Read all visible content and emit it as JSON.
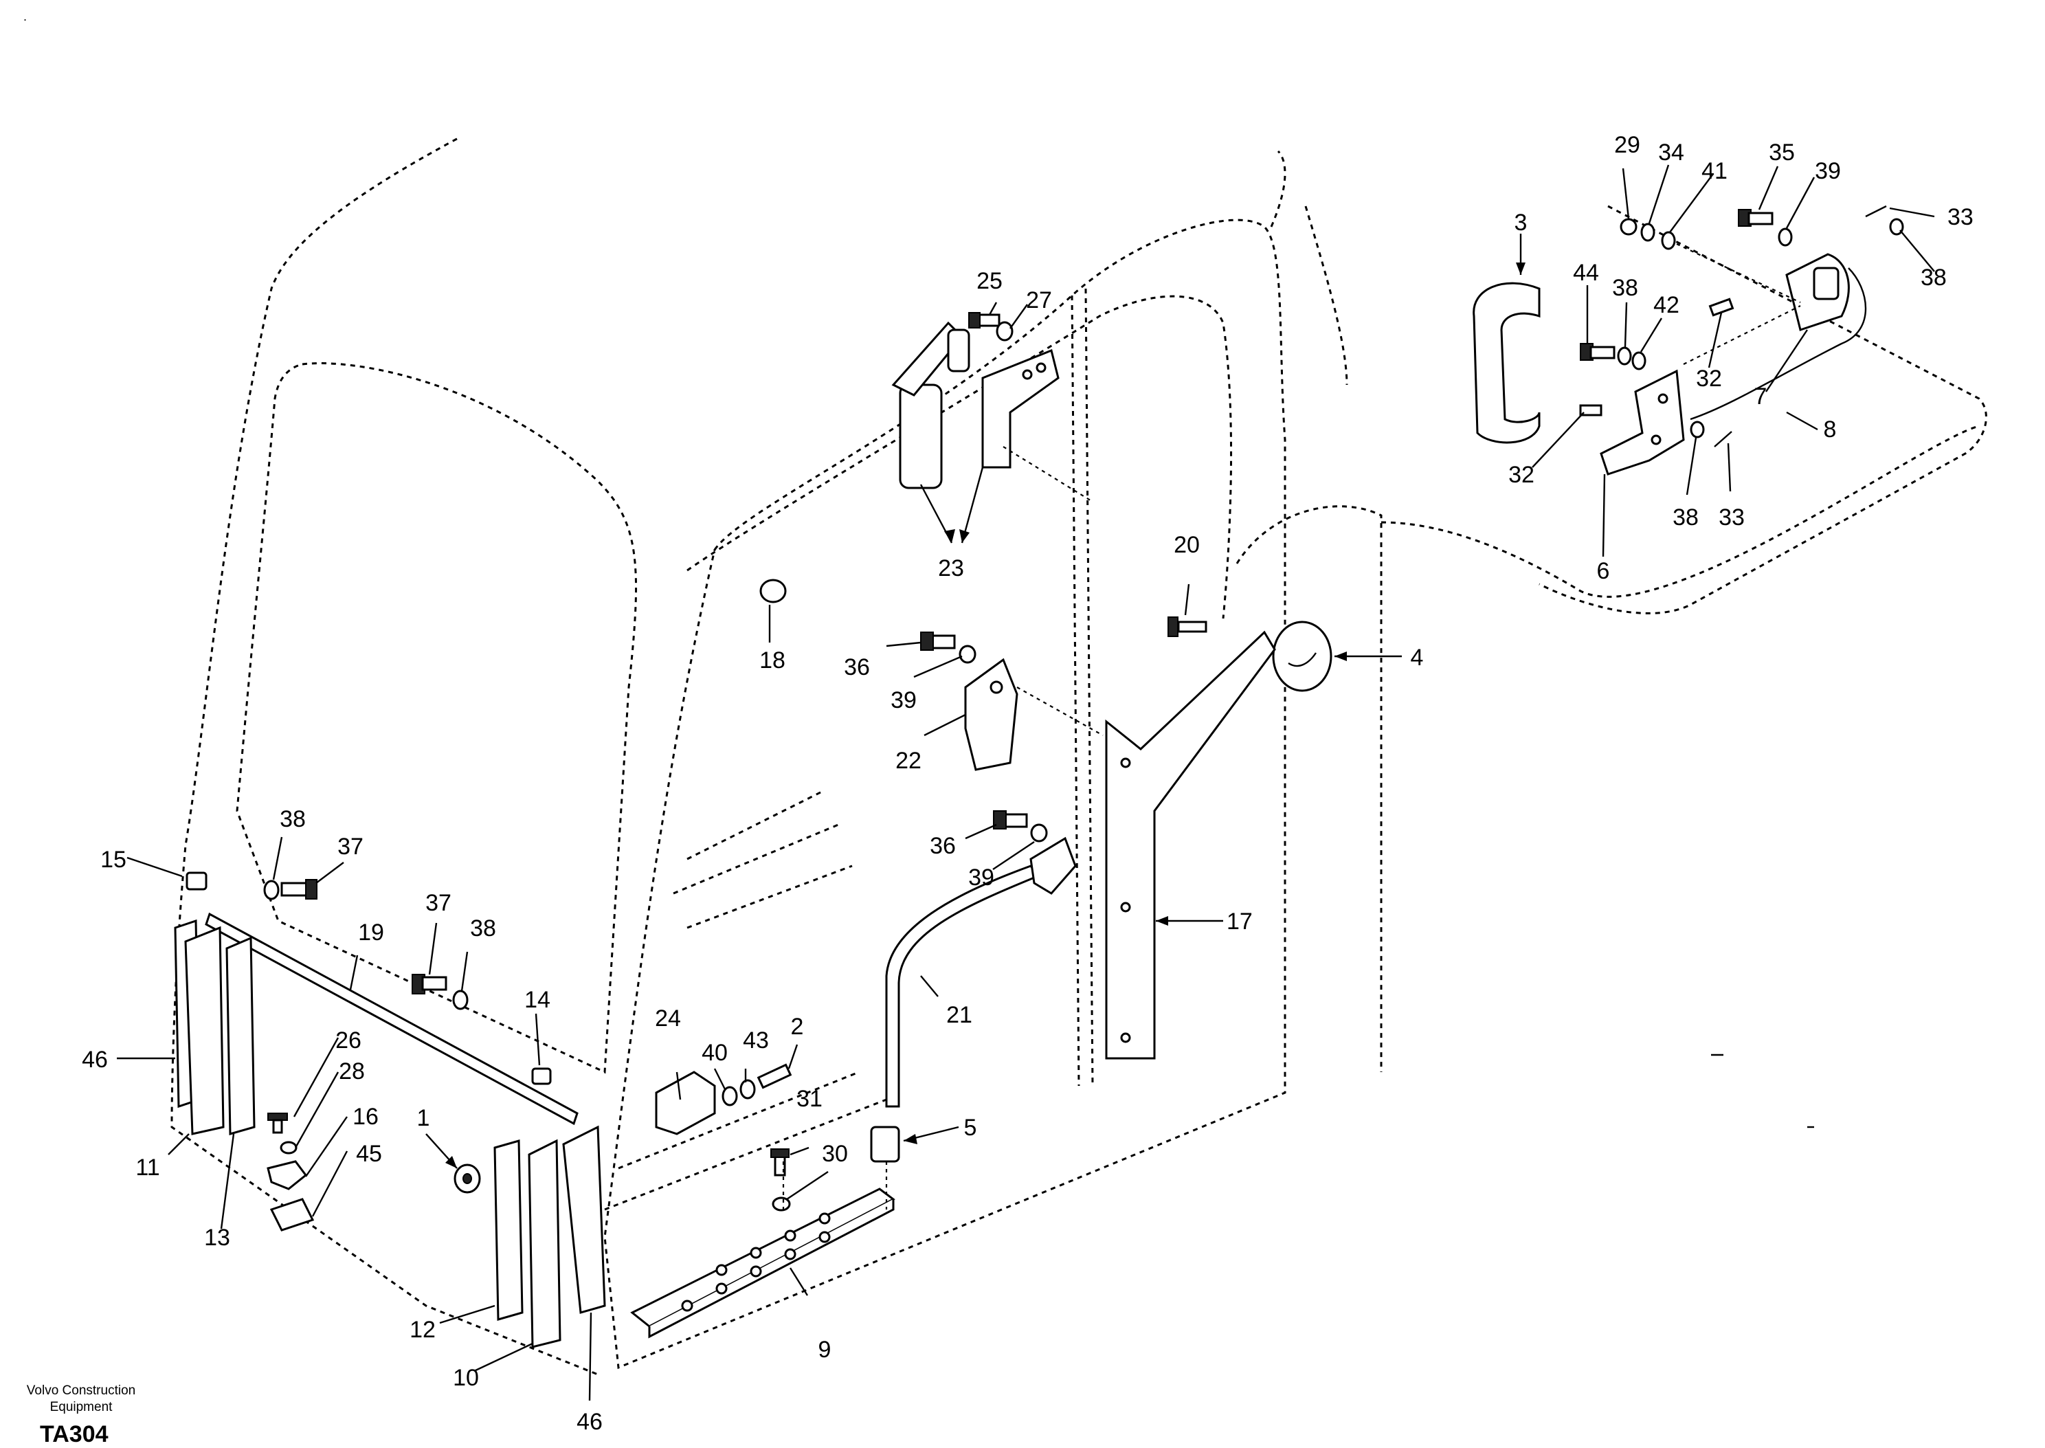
{
  "footer": {
    "maker_line1": "Volvo Construction",
    "maker_line2": "Equipment",
    "code": "TA304"
  },
  "corner_mark": ".",
  "callouts": {
    "c1": "1",
    "c2": "2",
    "c3": "3",
    "c4": "4",
    "c5": "5",
    "c6": "6",
    "c7": "7",
    "c8": "8",
    "c9": "9",
    "c10": "10",
    "c11": "11",
    "c12": "12",
    "c13": "13",
    "c14": "14",
    "c15": "15",
    "c16": "16",
    "c17": "17",
    "c18": "18",
    "c19": "19",
    "c20": "20",
    "c21": "21",
    "c22": "22",
    "c23": "23",
    "c24": "24",
    "c25": "25",
    "c26": "26",
    "c27": "27",
    "c28": "28",
    "c29": "29",
    "c30": "30",
    "c31": "31",
    "c32a": "32",
    "c32b": "32",
    "c33a": "33",
    "c33b": "33",
    "c34": "34",
    "c35": "35",
    "c36a": "36",
    "c36b": "36",
    "c37a": "37",
    "c37b": "37",
    "c38a": "38",
    "c38b": "38",
    "c38c": "38",
    "c38d": "38",
    "c38e": "38",
    "c39a": "39",
    "c39b": "39",
    "c39c": "39",
    "c40": "40",
    "c41": "41",
    "c42": "42",
    "c43": "43",
    "c44": "44",
    "c45": "45",
    "c46a": "46",
    "c46b": "46"
  }
}
